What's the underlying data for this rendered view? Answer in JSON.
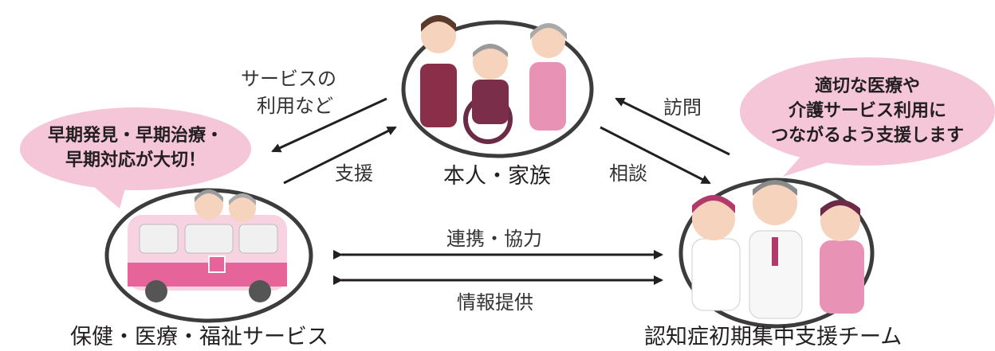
{
  "nodes": {
    "family": "本人・家族",
    "services": "保健・医療・福祉サービス",
    "team": "認知症初期集中支援チーム"
  },
  "edges": {
    "services_use": [
      "サービスの",
      "利用など"
    ],
    "support": "支援",
    "visit": "訪問",
    "consult": "相談",
    "cooperation": "連携・協力",
    "info_sharing": "情報提供"
  },
  "bubbles": {
    "left": [
      "早期発見・早期治療・",
      "早期対応が大切！"
    ],
    "right": [
      "適切な医療や",
      "介護サービス利用に",
      "つながるよう支援します"
    ]
  },
  "colors": {
    "bubble_fill": "#f4c6d7",
    "accent_pink": "#e6649a",
    "outline": "#3c3c3c",
    "arrow": "#231f20"
  }
}
